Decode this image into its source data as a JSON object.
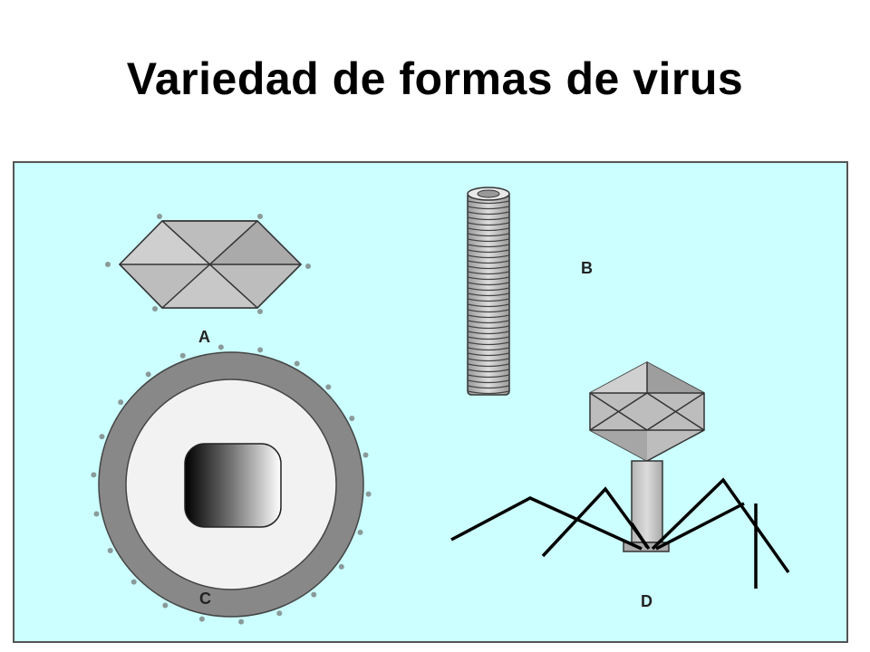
{
  "title": "Variedad de formas de virus",
  "diagram": {
    "background": "#ccffff",
    "labels": {
      "a": "A",
      "b": "B",
      "c": "C",
      "d": "D"
    }
  }
}
